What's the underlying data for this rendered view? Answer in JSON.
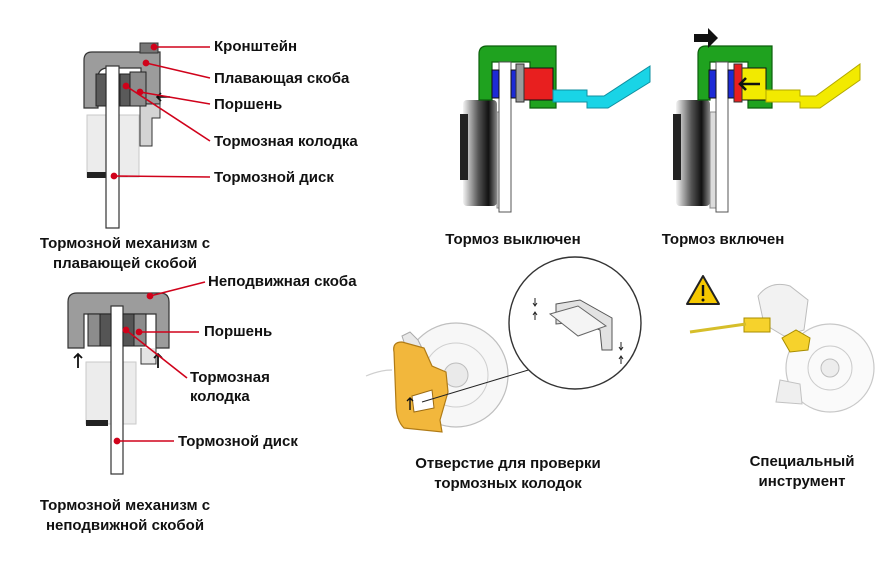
{
  "floating_caliper": {
    "labels": {
      "bracket": "Кронштейн",
      "floating_caliper": "Плавающая скоба",
      "piston": "Поршень",
      "brake_pad": "Тормозная колодка",
      "brake_disc": "Тормозной диск"
    },
    "caption_line1": "Тормозной механизм с",
    "caption_line2": "плавающей скобой"
  },
  "fixed_caliper": {
    "labels": {
      "fixed_caliper": "Неподвижная скоба",
      "piston": "Поршень",
      "brake_pad_line1": "Тормозная",
      "brake_pad_line2": "колодка",
      "brake_disc": "Тормозной диск"
    },
    "caption_line1": "Тормозной механизм с",
    "caption_line2": "неподвижной скобой"
  },
  "brake_off": {
    "caption": "Тормоз выключен"
  },
  "brake_on": {
    "caption": "Тормоз включен"
  },
  "inspection_hole": {
    "caption_line1": "Отверстие для проверки",
    "caption_line2": "тормозных колодок"
  },
  "special_tool": {
    "caption_line1": "Специальный",
    "caption_line2": "инструмент"
  },
  "colors": {
    "leader_red": "#d0021b",
    "caliper_green": "#1fa21f",
    "piston_red": "#e81f1f",
    "piston_blue": "#1d2bd6",
    "fluid_cyan": "#19d4e6",
    "fluid_yellow": "#f2ea00",
    "pad_gray": "#555555",
    "caliper_gray": "#9a9a9a",
    "caliper_orange": "#f2b73c",
    "warning_yellow": "#f5c800"
  }
}
